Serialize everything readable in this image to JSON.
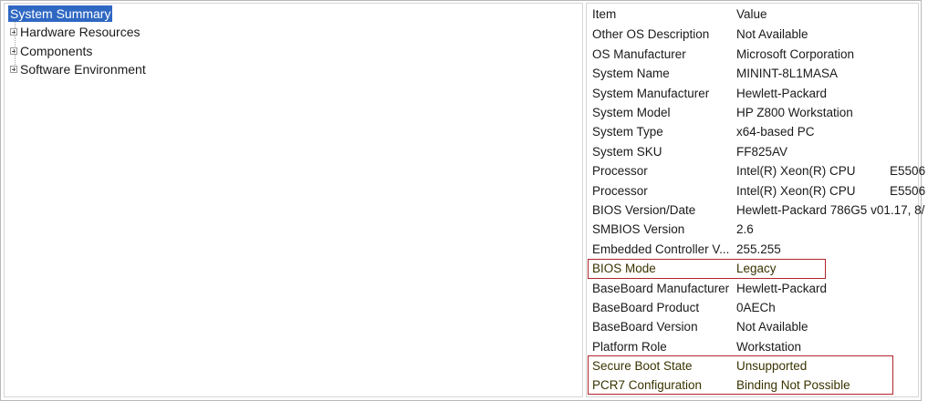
{
  "tree": {
    "root_label": "System Summary",
    "items": [
      {
        "label": "Hardware Resources"
      },
      {
        "label": "Components"
      },
      {
        "label": "Software Environment"
      }
    ]
  },
  "details": {
    "columns": {
      "item": "Item",
      "value": "Value"
    },
    "rows": [
      {
        "item": "Other OS Description",
        "value": "Not Available"
      },
      {
        "item": "OS Manufacturer",
        "value": "Microsoft Corporation"
      },
      {
        "item": "System Name",
        "value": "MININT-8L1MASA"
      },
      {
        "item": "System Manufacturer",
        "value": "Hewlett-Packard"
      },
      {
        "item": "System Model",
        "value": "HP Z800 Workstation"
      },
      {
        "item": "System Type",
        "value": "x64-based PC"
      },
      {
        "item": "System SKU",
        "value": "FF825AV"
      },
      {
        "item": "Processor",
        "value": "Intel(R) Xeon(R) CPU          E5506"
      },
      {
        "item": "Processor",
        "value": "Intel(R) Xeon(R) CPU          E5506"
      },
      {
        "item": "BIOS Version/Date",
        "value": "Hewlett-Packard 786G5 v01.17, 8/"
      },
      {
        "item": "SMBIOS Version",
        "value": "2.6"
      },
      {
        "item": "Embedded Controller V...",
        "value": "255.255"
      },
      {
        "item": "BIOS Mode",
        "value": "Legacy"
      },
      {
        "item": "BaseBoard Manufacturer",
        "value": "Hewlett-Packard"
      },
      {
        "item": "BaseBoard Product",
        "value": "0AECh"
      },
      {
        "item": "BaseBoard Version",
        "value": "Not Available"
      },
      {
        "item": "Platform Role",
        "value": "Workstation"
      },
      {
        "item": "Secure Boot State",
        "value": "Unsupported"
      },
      {
        "item": "PCR7 Configuration",
        "value": "Binding Not Possible"
      }
    ]
  },
  "colors": {
    "selection": "#2f68c3",
    "highlight_border": "#b0242a"
  }
}
